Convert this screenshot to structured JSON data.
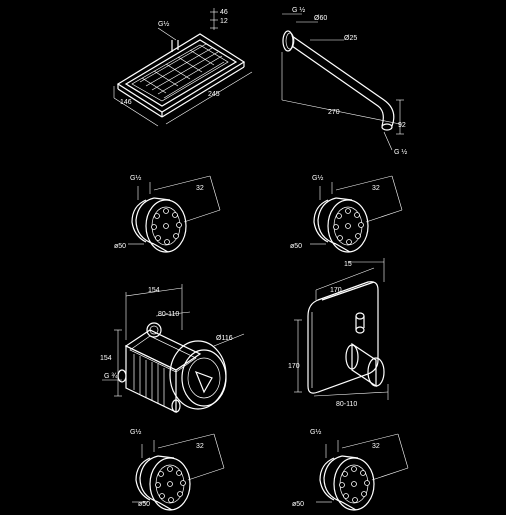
{
  "rain_shower": {
    "thread": "G½",
    "height_outer": "46",
    "height_inner": "12",
    "depth": "146",
    "width": "245"
  },
  "wall_arm": {
    "thread_top": "G ½",
    "flange_dia": "Ø60",
    "pipe_dia": "Ø25",
    "length": "270",
    "drop": "92",
    "thread_bottom": "G ½"
  },
  "body_jet_top_left": {
    "thread": "G½",
    "depth": "32",
    "dia": "ø50"
  },
  "body_jet_top_right": {
    "thread": "G½",
    "depth": "32",
    "dia": "ø50"
  },
  "mixer_body": {
    "width": "154",
    "depth": "80-110",
    "height": "154",
    "dia": "Ø116",
    "thread": "G ¾"
  },
  "trim_plate": {
    "depth": "15",
    "width": "170",
    "height": "170",
    "projection": "80-110"
  },
  "body_jet_bottom_left": {
    "thread": "G½",
    "depth": "32",
    "dia": "ø50"
  },
  "body_jet_bottom_right": {
    "thread": "G½",
    "depth": "32",
    "dia": "ø50"
  }
}
